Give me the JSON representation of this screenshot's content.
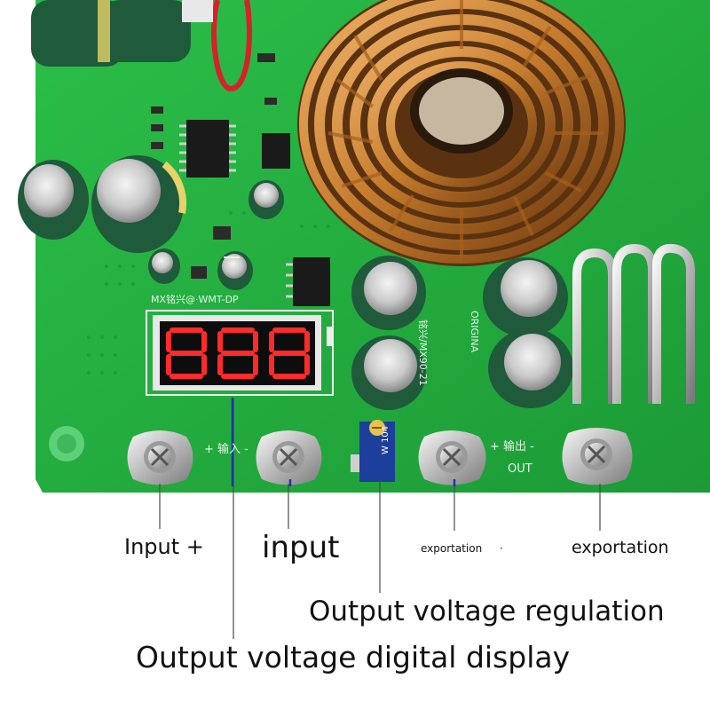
{
  "labels": {
    "input_plus": "Input +",
    "input": "input",
    "exportation_left": "exportation",
    "exportation_left_mark": "·",
    "exportation_right": "exportation",
    "output_voltage_regulation": "Output voltage regulation",
    "output_voltage_digital_display": "Output voltage digital display"
  },
  "board_markings": {
    "module_label": "MX铭兴@·WMT-DP",
    "model_label": "铭兴/MX90-21",
    "original_label": "ORIGINA",
    "input_terminal": "+ 输入 -",
    "output_terminal": "+ 输出 -",
    "out": "OUT",
    "pot_code": "W 104"
  },
  "colors": {
    "pcb_green": "#22a83c",
    "copper": "#c47a2c",
    "capacitor_green": "#1f5a3a",
    "display_red": "#ff2a2a",
    "leader_line": "#2233aa"
  },
  "icons": {
    "display": "seven-segment-display-icon",
    "inductor": "toroidal-inductor-icon",
    "terminal": "screw-terminal-icon",
    "potentiometer": "trimmer-potentiometer-icon"
  }
}
